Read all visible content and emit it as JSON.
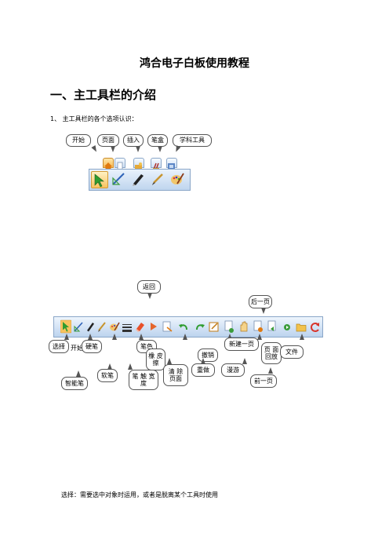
{
  "title": "鸿合电子白板使用教程",
  "section_heading": "一、主工具栏的介绍",
  "intro_line": "1、 主工具栏的各个选项认识：",
  "top_labels": {
    "start": "开始",
    "page": "页面",
    "insert": "插入",
    "pen_box": "笔盒",
    "subject_tools": "学科工具"
  },
  "bottom_labels": {
    "back": "返回",
    "next_page": "后一页",
    "select": "选择",
    "hard_pen": "硬笔",
    "pen_color": "笔色",
    "eraser": "橡 皮 擦",
    "undo": "撤销",
    "new_page": "新建一页",
    "page_replay": "页 面 回放",
    "file": "文件",
    "smart_pen": "智能笔",
    "soft_pen": "软笔",
    "pen_width": "笔 触 宽度",
    "clear_page": "清 除 页面",
    "redo": "重做",
    "roam": "漫游",
    "prev_page": "前一页",
    "overlap_text": "开始"
  },
  "footer_text": "选择：需要选中对象时运用，或者是脱离某个工具时使用",
  "colors": {
    "tab_active": "#f6b957",
    "toolbar_blue": "#bcd3ee",
    "border": "#8aa6c8",
    "callout_border": "#555555"
  }
}
